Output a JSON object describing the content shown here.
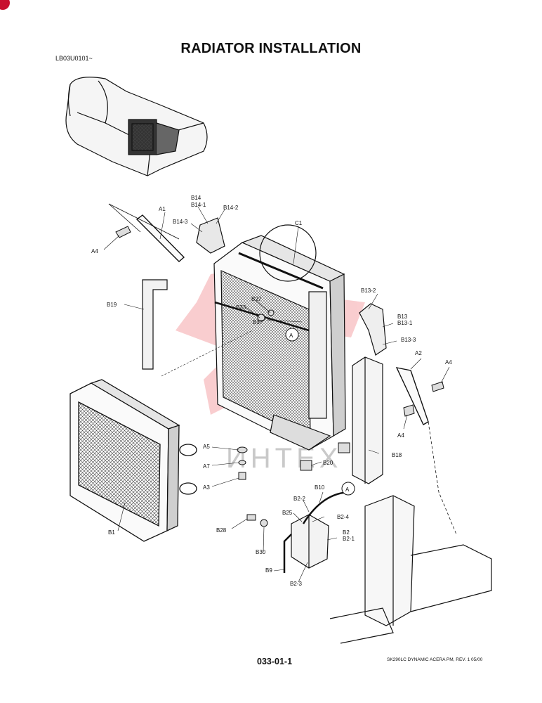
{
  "header": {
    "title": "RADIATOR INSTALLATION",
    "serial": "LB03U0101~"
  },
  "footer": {
    "page_number": "033-01-1",
    "doc_ref": "SK290LC DYNAMIC ACERA PM, REV. 1 05/00"
  },
  "watermark": {
    "text": "ИНТЕХ",
    "color": "#e8202a"
  },
  "callouts": {
    "A1": "A1",
    "A2": "A2",
    "A3": "A3",
    "A4_left": "A4",
    "A4_right_top": "A4",
    "A4_right_bottom": "A4",
    "A5": "A5",
    "A7": "A7",
    "B1": "B1",
    "B2": "B2",
    "B2_1": "B2-1",
    "B2_2": "B2-2",
    "B2_3": "B2-3",
    "B2_4": "B2-4",
    "B9": "B9",
    "B10": "B10",
    "B13": "B13",
    "B13_1": "B13-1",
    "B13_2": "B13-2",
    "B13_3": "B13-3",
    "B14": "B14",
    "B14_1": "B14-1",
    "B14_2": "B14-2",
    "B14_3": "B14-3",
    "B18": "B18",
    "B19": "B19",
    "B20": "B20",
    "B25": "B25",
    "B27": "B27",
    "B28": "B28",
    "B30": "B30",
    "B33": "B33",
    "B37": "B37",
    "C1": "C1",
    "ref_A_upper": "A",
    "ref_A_lower": "A"
  }
}
